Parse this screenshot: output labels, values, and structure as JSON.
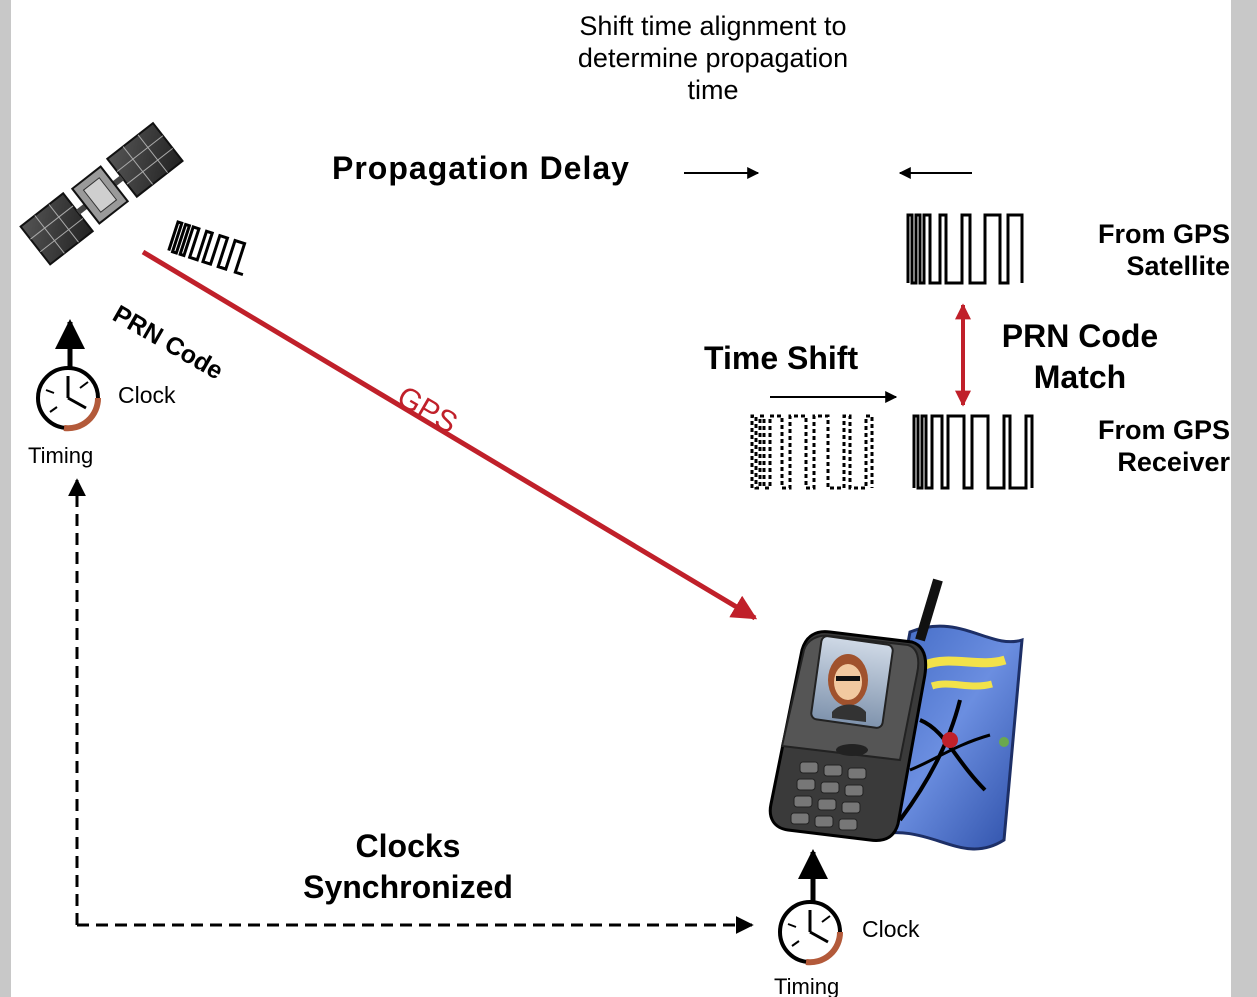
{
  "header_note": {
    "line1": "Shift time alignment to",
    "line2": "determine propagation",
    "line3": "time"
  },
  "labels": {
    "propagation_delay": "Propagation Delay",
    "time_shift": "Time Shift",
    "prn_code_match_line1": "PRN Code",
    "prn_code_match_line2": "Match",
    "from_satellite_line1": "From GPS",
    "from_satellite_line2": "Satellite",
    "from_receiver_line1": "From GPS",
    "from_receiver_line2": "Receiver",
    "prn_code": "PRN Code",
    "gps": "GPS",
    "clocks_synchronized_line1": "Clocks",
    "clocks_synchronized_line2": "Synchronized",
    "satellite_clock": "Clock",
    "satellite_timing": "Timing",
    "receiver_clock": "Clock",
    "receiver_timing": "Timing"
  },
  "colors": {
    "signal_arrow": "#c0202a",
    "prn_match_arrow": "#c0202a",
    "map_blue": "#4a6fc9",
    "phone_body": "#3a3a3a",
    "side_bars": "#c8c8c8"
  },
  "icons": {
    "satellite": "satellite-icon",
    "phone": "gps-phone-icon",
    "map": "map-icon",
    "clock": "stopwatch-icon"
  }
}
